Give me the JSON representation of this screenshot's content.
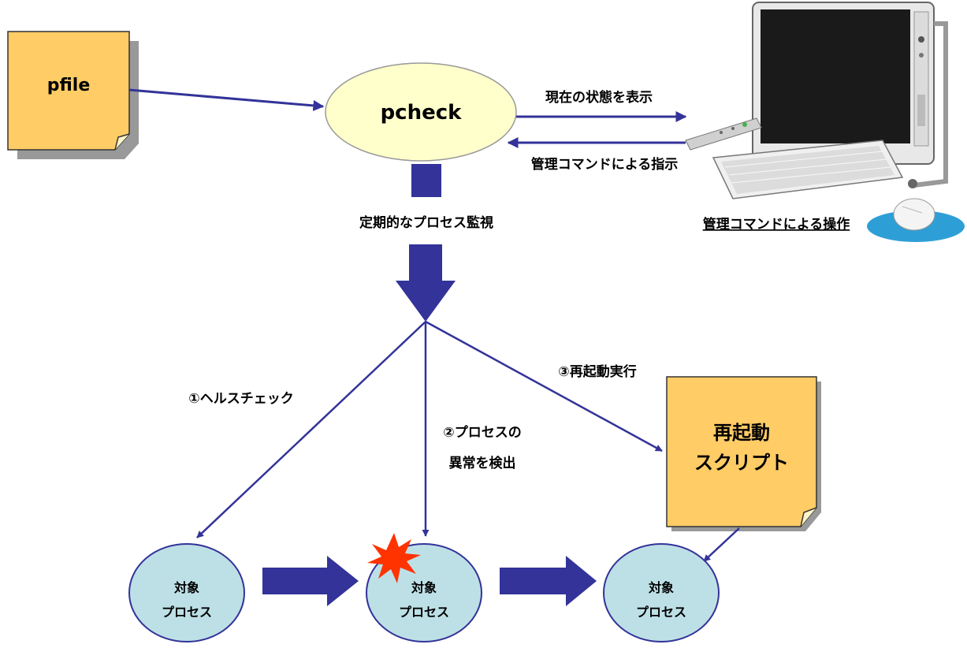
{
  "pfile": {
    "label": "pfile"
  },
  "pcheck": {
    "label": "pcheck"
  },
  "arrows": {
    "show_status": "現在の状態を表示",
    "admin_instruction": "管理コマンドによる指示",
    "periodic_monitoring": "定期的なプロセス監視",
    "health_check": "①ヘルスチェック",
    "detect_line1": "②プロセスの",
    "detect_line2": "異常を検出",
    "restart_exec": "③再起動実行"
  },
  "computer": {
    "caption": "管理コマンドによる操作"
  },
  "restart_script": {
    "line1": "再起動",
    "line2": "スクリプト"
  },
  "processes": [
    {
      "line1": "対象",
      "line2": "プロセス"
    },
    {
      "line1": "対象",
      "line2": "プロセス"
    },
    {
      "line1": "対象",
      "line2": "プロセス"
    }
  ],
  "colors": {
    "arrow": "#333399",
    "note_fill": "#ffcc66",
    "ellipse_fill": "#ffffcc",
    "process_fill": "#bde0e6",
    "burst": "#ff3300"
  }
}
